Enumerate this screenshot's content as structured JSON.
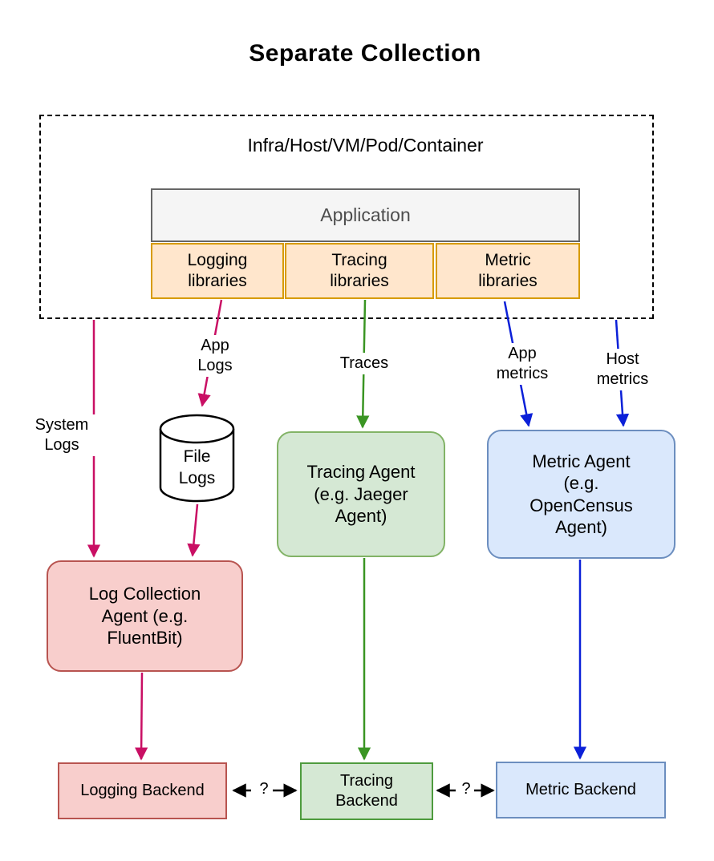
{
  "title": "Separate Collection",
  "infra": {
    "label": "Infra/Host/VM/Pod/Container",
    "application_label": "Application",
    "libraries": [
      {
        "id": "logging",
        "label": "Logging\nlibraries"
      },
      {
        "id": "tracing",
        "label": "Tracing\nlibraries"
      },
      {
        "id": "metric",
        "label": "Metric\nlibraries"
      }
    ]
  },
  "nodes": {
    "file_logs": "File\nLogs",
    "log_collection_agent": "Log Collection\nAgent (e.g.\nFluentBit)",
    "tracing_agent": "Tracing Agent\n(e.g. Jaeger\nAgent)",
    "metric_agent": "Metric Agent\n(e.g.\nOpenCensus\nAgent)",
    "logging_backend": "Logging Backend",
    "tracing_backend": "Tracing\nBackend",
    "metric_backend": "Metric Backend"
  },
  "edge_labels": {
    "system_logs": "System\nLogs",
    "app_logs": "App\nLogs",
    "traces": "Traces",
    "app_metrics": "App\nmetrics",
    "host_metrics": "Host\nmetrics",
    "backend_link_question": "?"
  },
  "colors": {
    "log_arrow": "#C90F64",
    "trace_arrow": "#3A9523",
    "metric_arrow": "#0B20D8",
    "backend_link": "#000000",
    "orange_fill": "#FFE6CC",
    "orange_border": "#D79B00",
    "red_fill": "#F8CECC",
    "red_border": "#B85450",
    "green_fill": "#D5E8D4",
    "green_border": "#82B366",
    "green_backend_border": "#4E9B3E",
    "blue_fill": "#DAE8FC",
    "blue_border": "#6C8EBF",
    "application_fill": "#F5F5F5",
    "application_border": "#666666"
  }
}
